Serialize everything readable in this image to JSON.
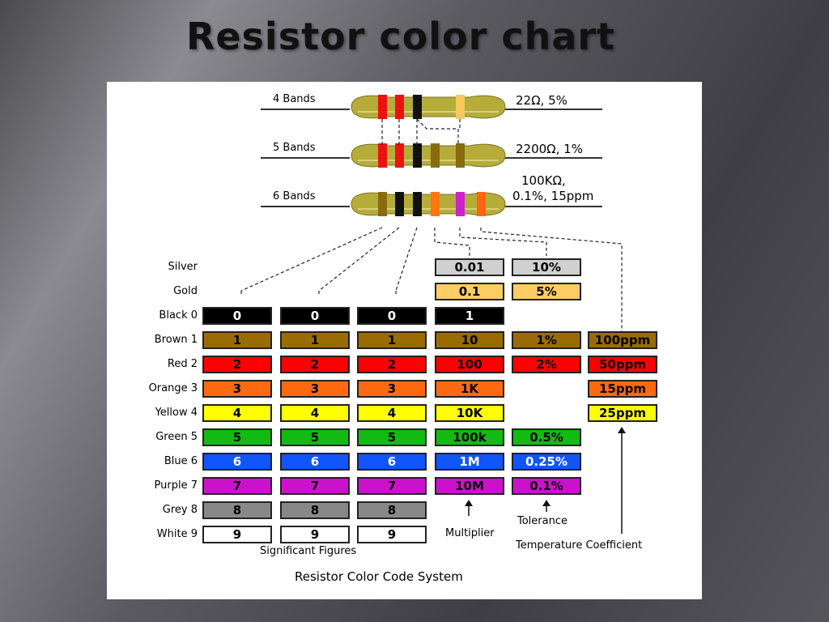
{
  "slide": {
    "title": "Resistor color chart"
  },
  "diagram": {
    "caption": "Resistor Color Code System",
    "resistors": [
      {
        "label": "4 Bands",
        "value": "22Ω, 5%",
        "bands": [
          "#ee1111",
          "#ee1111",
          "#111111",
          "#f7c85a"
        ]
      },
      {
        "label": "5 Bands",
        "value": "2200Ω, 1%",
        "bands": [
          "#ee1111",
          "#ee1111",
          "#111111",
          "#8a6a10",
          "#8a6a10"
        ]
      },
      {
        "label": "6 Bands",
        "value_line1": "100KΩ,",
        "value_line2": "0.1%, 15ppm",
        "bands": [
          "#8a6a10",
          "#111111",
          "#111111",
          "#ff7711",
          "#cc22cc",
          "#ff6611"
        ]
      }
    ],
    "rows": [
      {
        "name": "Silver",
        "digit": "",
        "multiplier": "0.01",
        "tolerance": "10%",
        "tempco": ""
      },
      {
        "name": "Gold",
        "digit": "",
        "multiplier": "0.1",
        "tolerance": "5%",
        "tempco": ""
      },
      {
        "name": "Black 0",
        "digit": "0",
        "multiplier": "1",
        "tolerance": "",
        "tempco": ""
      },
      {
        "name": "Brown 1",
        "digit": "1",
        "multiplier": "10",
        "tolerance": "1%",
        "tempco": "100ppm"
      },
      {
        "name": "Red 2",
        "digit": "2",
        "multiplier": "100",
        "tolerance": "2%",
        "tempco": "50ppm"
      },
      {
        "name": "Orange 3",
        "digit": "3",
        "multiplier": "1K",
        "tolerance": "",
        "tempco": "15ppm"
      },
      {
        "name": "Yellow 4",
        "digit": "4",
        "multiplier": "10K",
        "tolerance": "",
        "tempco": "25ppm"
      },
      {
        "name": "Green 5",
        "digit": "5",
        "multiplier": "100k",
        "tolerance": "0.5%",
        "tempco": ""
      },
      {
        "name": "Blue 6",
        "digit": "6",
        "multiplier": "1M",
        "tolerance": "0.25%",
        "tempco": ""
      },
      {
        "name": "Purple 7",
        "digit": "7",
        "multiplier": "10M",
        "tolerance": "0.1%",
        "tempco": ""
      },
      {
        "name": "Grey 8",
        "digit": "8",
        "multiplier": "",
        "tolerance": "",
        "tempco": ""
      },
      {
        "name": "White 9",
        "digit": "9",
        "multiplier": "",
        "tolerance": "",
        "tempco": ""
      }
    ],
    "colors": {
      "Silver": "#d0d0d0",
      "Gold": "#ffcc66",
      "Black 0": "#000000",
      "Brown 1": "#9a6c00",
      "Red 2": "#ff0000",
      "Orange 3": "#ff6a10",
      "Yellow 4": "#ffff00",
      "Green 5": "#11bb11",
      "Blue 6": "#1155ff",
      "Purple 7": "#cc11cc",
      "Grey 8": "#888888",
      "White 9": "#ffffff"
    },
    "text_colors": {
      "Black 0": "#ffffff",
      "Blue 6": "#ffffff",
      "Grey 8": "#000000"
    },
    "column_labels": {
      "significant": "Significant Figures",
      "multiplier": "Multiplier",
      "tolerance": "Tolerance",
      "tempco": "Temperature  Coefficient"
    },
    "body_color": "#b5ac3a",
    "body_highlight": "#d8d07a"
  }
}
